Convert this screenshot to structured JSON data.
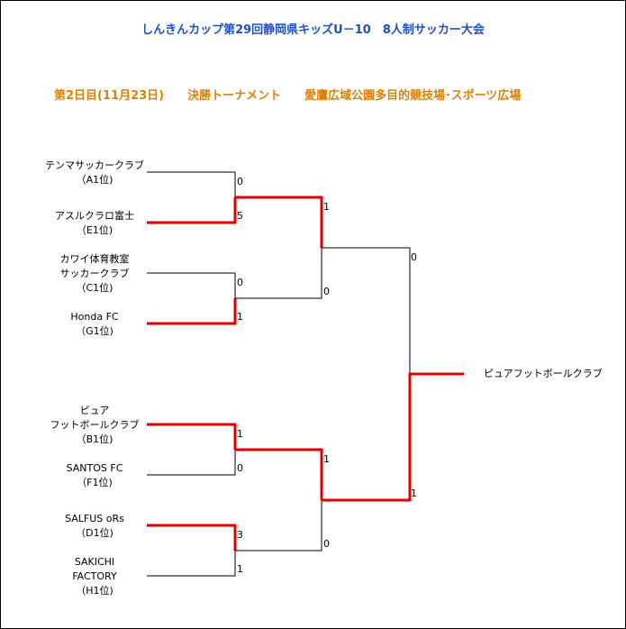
{
  "title": "しんきんカップ第29回静岡県キッズU－10　8人制サッカー大会",
  "subtitle": "第2日目(11月23日)　　決勝トーナメント　　愛鷹広域公園多目的競技場･スポーツ広場",
  "teams": [
    "テンマサッカークラブ\n（A1位)",
    "アスルクラロ富士\n（E1位)",
    "カワイ体育教室\nサッカークラブ\n（C1位)",
    "Honda FC\n（G1位)",
    "ピュア\nフットボールクラブ\n（B1位)",
    "SANTOS FC\n（F1位)",
    "SALFUS oRs\n（D1位)",
    "SAKICHI\nFACTORY\n（H1位)"
  ],
  "scores": {
    "r1": [
      "0",
      "5",
      "0",
      "1",
      "1",
      "0",
      "3",
      "1"
    ],
    "r2": [
      "1",
      "0",
      "1",
      "0"
    ],
    "r3": [
      "0",
      "1"
    ]
  },
  "winner": "ピュアフットボールクラブ",
  "colors": {
    "title": "#1e50c8",
    "subtitle": "#e08000",
    "win_line": "#e00000",
    "line": "#000000"
  }
}
